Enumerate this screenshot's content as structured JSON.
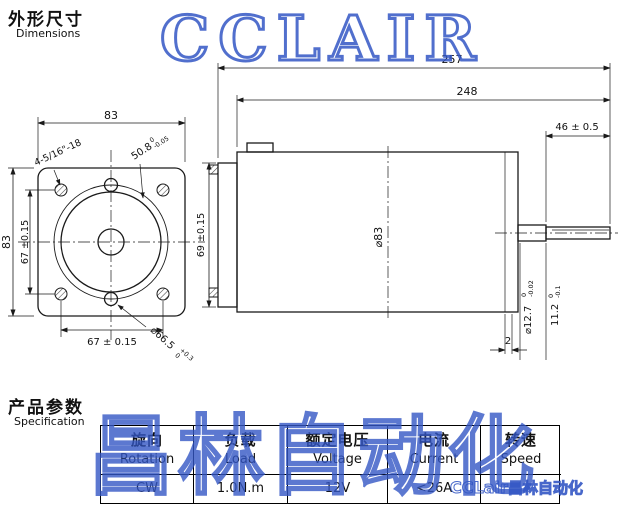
{
  "header": {
    "title_cn": "外形尺寸",
    "title_en": "Dimensions"
  },
  "spec": {
    "title_cn": "产品参数",
    "title_en": "Specification"
  },
  "watermark": {
    "top": "CCLAIR",
    "bottom": "昌林自动化",
    "small_latin": "CCLair",
    "small_cjk": "昌林自动化",
    "color": "#3356c4"
  },
  "drawing": {
    "front": {
      "width_top": "83",
      "height_left": "83",
      "hole_span_left": "67 ±0.15",
      "hole_span_bottom": "67 ± 0.15",
      "holes_label": "4-5/16\"-18",
      "pilot": {
        "value": "50.8",
        "sup": "0",
        "sub": "-0.05"
      },
      "bolt_circle": {
        "value": "⌀66.5",
        "sup": "+0.3",
        "sub": "0"
      }
    },
    "side": {
      "overall_length": "257",
      "body_length": "248",
      "shaft_length": "46 ± 0.5",
      "flange_height": "69 ±0.15",
      "body_diameter": "⌀83",
      "shaft_diameter": {
        "value": "⌀12.7",
        "sup": "0",
        "sub": "-0.02"
      },
      "shaft_flat": {
        "value": "11.2",
        "sup": "0",
        "sub": "-0.1"
      },
      "rear_cap": "2"
    }
  },
  "table": {
    "headers": [
      {
        "cn": "旋向",
        "en": "Rotation"
      },
      {
        "cn": "负载",
        "en": "Load"
      },
      {
        "cn": "额定电压",
        "en": "Voltage"
      },
      {
        "cn": "电流",
        "en": "Current"
      },
      {
        "cn": "转速",
        "en": "Speed"
      }
    ],
    "values": [
      "CW",
      "1.0N.m",
      "12V",
      "<26A",
      ""
    ]
  }
}
